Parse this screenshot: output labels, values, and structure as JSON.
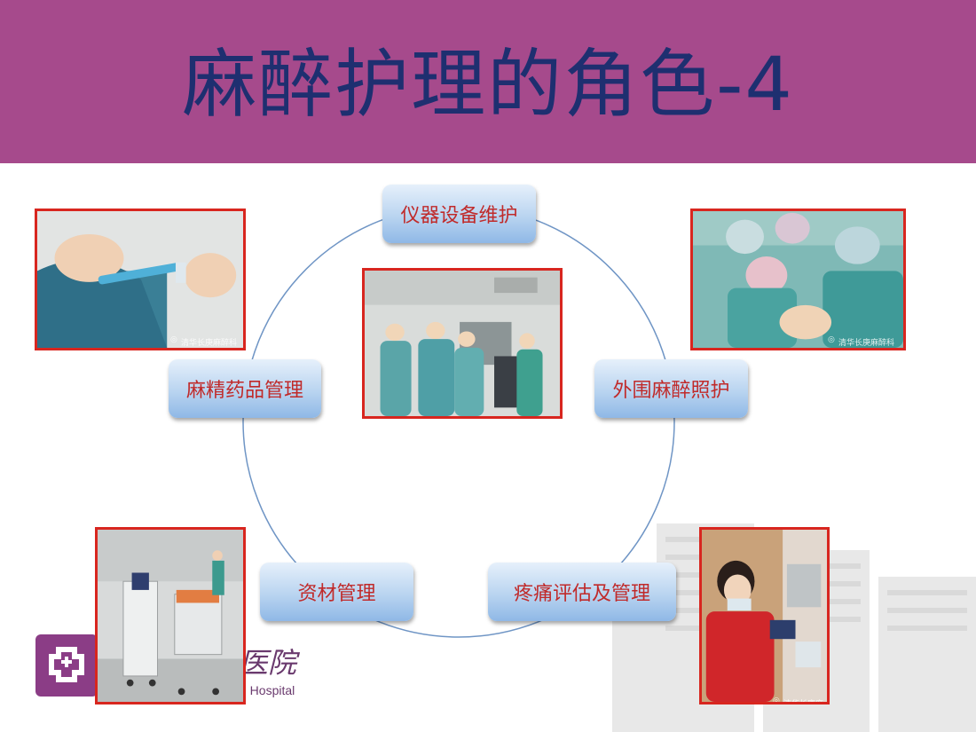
{
  "slide": {
    "title": "麻醉护理的角色-4",
    "nodes": {
      "top": "仪器设备维护",
      "left": "麻精药品管理",
      "right": "外围麻醉照护",
      "bottom_left": "资材管理",
      "bottom_right": "疼痛评估及管理"
    },
    "watermarks": {
      "top_left": "清华长庚麻醉科",
      "top_right": "清华长庚麻醉科",
      "bottom_right": "清华长庚麻醉科"
    },
    "logo": {
      "cn": "医院",
      "en": "g Hospital"
    }
  },
  "colors": {
    "title_bar": "#a64a8c",
    "title_text": "#1e2f70",
    "node_text": "#c02a2a",
    "photo_border": "#d8261f"
  },
  "icons": [
    "hospital-cross-logo-icon",
    "wechat-icon"
  ]
}
